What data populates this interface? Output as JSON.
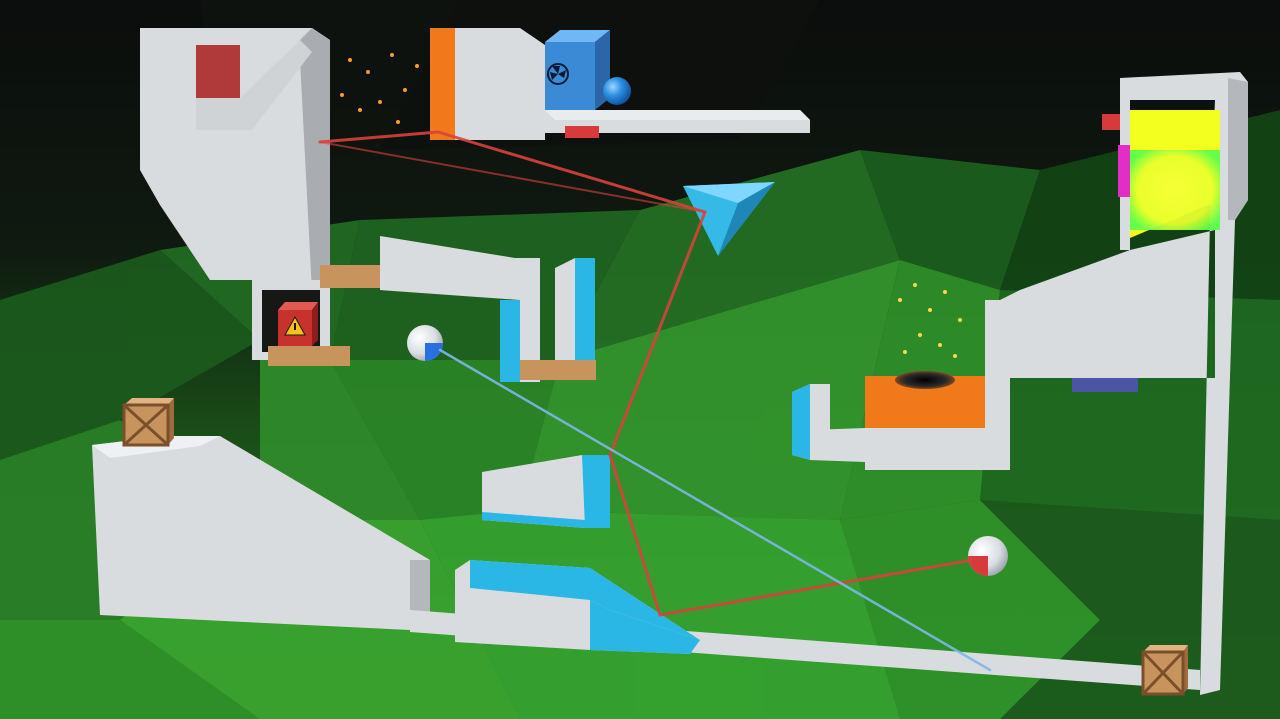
{
  "scene": {
    "background_colors": [
      "#0d0f0e",
      "#0f3012",
      "#1c5a1a",
      "#2f8a26",
      "#3aa82f"
    ],
    "wall_color": "#d9dcdf",
    "wall_shade_color": "#a9adb1",
    "accent_cyan": "#2bb7e6",
    "accent_orange": "#f07a1a",
    "accent_red": "#c8373a",
    "accent_yellow": "#f3ff1f",
    "accent_magenta": "#e12ec7",
    "laser_red": "#d8413c",
    "laser_blue": "#7fb7e8",
    "wood_color": "#c8945e"
  },
  "objects": [
    {
      "name": "fan-block",
      "icon": "fan-icon",
      "color": "#3a8ad6"
    },
    {
      "name": "blue-ball",
      "color": "#1f7ed6"
    },
    {
      "name": "prism-triangle",
      "color": "#35b9e6"
    },
    {
      "name": "laser-emitter-left",
      "color": "#2a6fe0"
    },
    {
      "name": "laser-receiver-right",
      "color": "#d63a3a"
    },
    {
      "name": "explosive-crate",
      "icon": "hazard-icon",
      "color": "#c8322c"
    },
    {
      "name": "wood-crate-top-left",
      "color": "#c8945e"
    },
    {
      "name": "wood-crate-bottom-right",
      "color": "#c8945e"
    },
    {
      "name": "black-hole-portal",
      "color": "#f07a1a"
    },
    {
      "name": "goal-zone",
      "color": "#f3ff1f"
    }
  ]
}
